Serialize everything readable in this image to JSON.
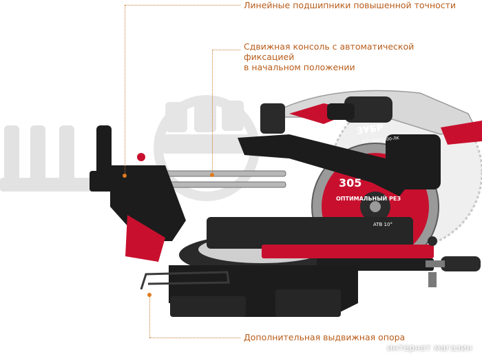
{
  "callouts": {
    "bearings": "Линейные подшипники повышенной точности",
    "console_line1": "Сдвижная консоль с автоматической фиксацией",
    "console_line2": "в начальном положении",
    "support": "Дополнительная выдвижная опора"
  },
  "product": {
    "brand": "ЗУБР",
    "model": "ЗПП-305-1800-ЛК",
    "blade_size": "305",
    "blade_title": "ОПТИМАЛЬНЫЙ РЕЗ",
    "blade_tooth": "ATB 10°"
  },
  "watermark": "интернет магазин",
  "colors": {
    "accent": "#c8102e",
    "callout_text": "#b85c1a",
    "leader": "#e07a1f",
    "body": "#1c1c1c"
  }
}
